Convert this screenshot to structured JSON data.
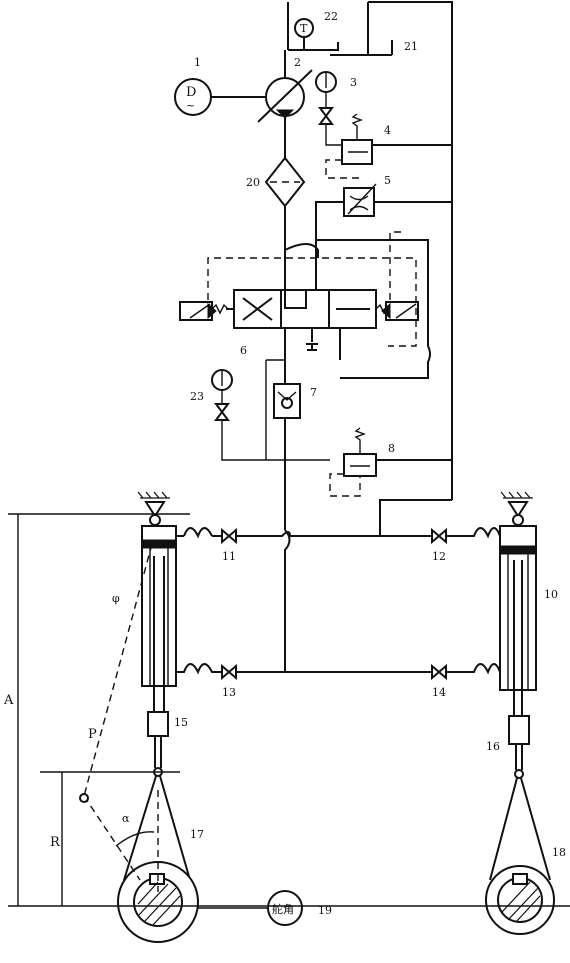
{
  "labels": {
    "n1": "1",
    "n2": "2",
    "n3": "3",
    "n4": "4",
    "n5": "5",
    "n6": "6",
    "n7": "7",
    "n8": "8",
    "n10": "10",
    "n11": "11",
    "n12": "12",
    "n13": "13",
    "n14": "14",
    "n15": "15",
    "n16": "16",
    "n17": "17",
    "n18": "18",
    "n19": "19",
    "n20": "20",
    "n21": "21",
    "n22": "22",
    "n23": "23"
  },
  "motor": {
    "letter": "D",
    "wave": "~"
  },
  "gauge_letter": "T",
  "dims": {
    "A": "A",
    "R": "R",
    "P": "P",
    "alpha": "α",
    "phi": "φ"
  },
  "rudder_angle": "舵角"
}
